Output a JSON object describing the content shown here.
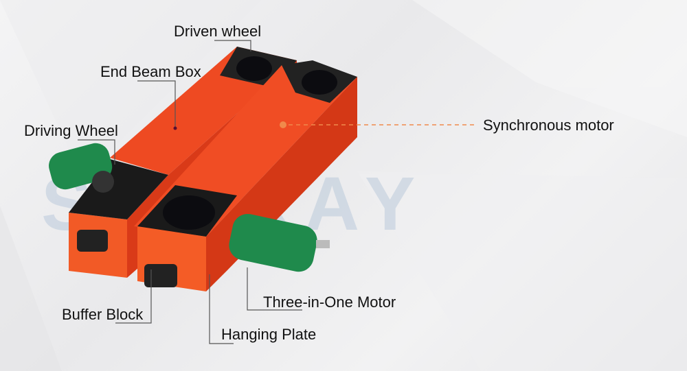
{
  "watermark": {
    "text": "SUNRAY"
  },
  "labels": {
    "driven_wheel": "Driven wheel",
    "end_beam_box": "End Beam Box",
    "driving_wheel": "Driving Wheel",
    "synchronous_motor": "Synchronous motor",
    "buffer_block": "Buffer Block",
    "hanging_plate": "Hanging Plate",
    "three_in_one_motor": "Three-in-One Motor"
  },
  "colors": {
    "beam": "#e8421c",
    "motor": "#1f8a4c",
    "leader": "#555555",
    "accent_dashed": "#f08a4b"
  }
}
